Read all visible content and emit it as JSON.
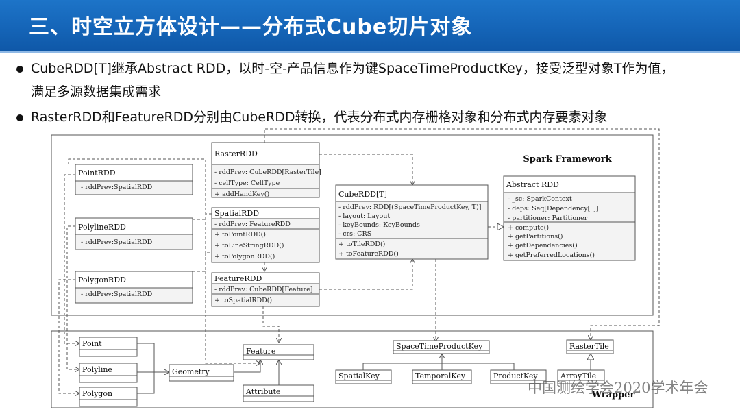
{
  "slide": {
    "title": "三、时空立方体设计——分布式Cube切片对象",
    "bullets": [
      {
        "line1": "CubeRDD[T]继承Abstract RDD，以时-空-产品信息作为键SpaceTimeProductKey，接受泛型对象T作为值，",
        "line2": "满足多源数据集成需求"
      },
      {
        "line1": "RasterRDD和FeatureRDD分别由CubeRDD转换，代表分布式内存栅格对象和分布式内存要素对象"
      }
    ],
    "footer": "中国测绘学会2020学术年会"
  },
  "diagram": {
    "spark_label": "Spark Framework",
    "wrapper_label": "Wrapper",
    "classes": {
      "raster_rdd": {
        "name": "RasterRDD",
        "attrs": [
          "- rddPrev: CubeRDD[RasterTile]",
          "- cellType: CellType"
        ],
        "ops": [
          "+ addHandKey()"
        ]
      },
      "point_rdd": {
        "name": "PointRDD",
        "attrs": [
          "- rddPrev:SpatialRDD"
        ]
      },
      "polyline_rdd": {
        "name": "PolylineRDD",
        "attrs": [
          "- rddPrev:SpatialRDD"
        ]
      },
      "polygon_rdd": {
        "name": "PolygonRDD",
        "attrs": [
          "- rddPrev:SpatialRDD"
        ]
      },
      "spatial_rdd": {
        "name": "SpatialRDD",
        "attrs": [
          "- rddPrev: FeatureRDD"
        ],
        "ops": [
          "+ toPointRDD()",
          "+ toLineStringRDD()",
          "+ toPolygonRDD()"
        ]
      },
      "feature_rdd": {
        "name": "FeatureRDD",
        "attrs": [
          "- rddPrev: CubeRDD[Feature]"
        ],
        "ops": [
          "+ toSpatialRDD()"
        ]
      },
      "cube_rdd": {
        "name": "CubeRDD[T]",
        "attrs": [
          "- rddPrev: RDD[(SpaceTimeProductKey, T)]",
          "- layout: Layout",
          "- keyBounds: KeyBounds",
          "- crs: CRS"
        ],
        "ops": [
          "+ toTileRDD()",
          "+ toFeatureRDD()"
        ]
      },
      "abstract_rdd": {
        "name": "Abstract RDD",
        "attrs": [
          "- _sc: SparkContext",
          "- deps: Seq[Dependency[_]]",
          "- partitioner: Partitioner"
        ],
        "ops": [
          "+ compute()",
          "+ getPartitions()",
          "+ getDependencies()",
          "+ getPreferredLocations()"
        ]
      },
      "point": {
        "name": "Point"
      },
      "polyline": {
        "name": "Polyline"
      },
      "polygon": {
        "name": "Polygon"
      },
      "geometry": {
        "name": "Geometry"
      },
      "feature": {
        "name": "Feature"
      },
      "attribute": {
        "name": "Attribute"
      },
      "space_time_product_key": {
        "name": "SpaceTimeProductKey"
      },
      "spatial_key": {
        "name": "SpatialKey"
      },
      "temporal_key": {
        "name": "TemporalKey"
      },
      "product_key": {
        "name": "ProductKey"
      },
      "raster_tile": {
        "name": "RasterTile"
      },
      "array_tile": {
        "name": "ArrayTile"
      }
    }
  },
  "colors": {
    "header_blue": "#1565b8",
    "header_stripe": "#8fb9e6",
    "box_fill": "#f3f3f3",
    "line": "#555555"
  }
}
